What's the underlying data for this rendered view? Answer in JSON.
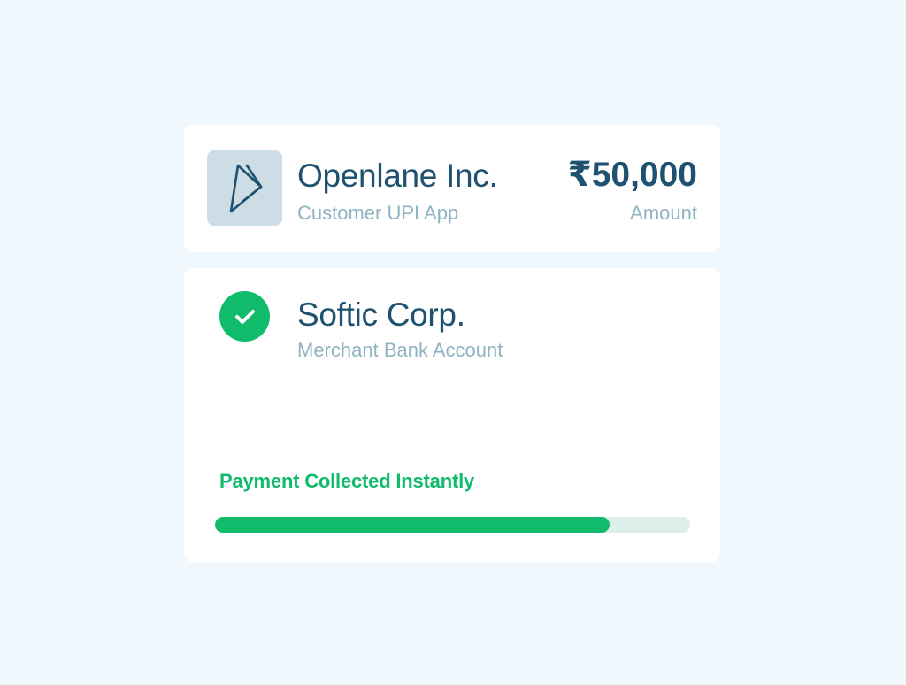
{
  "payer": {
    "name": "Openlane Inc.",
    "subtitle": "Customer UPI App",
    "logo_icon": "openlane-logo-icon",
    "amount": "₹50,000",
    "amount_label": "Amount"
  },
  "payee": {
    "name": "Softic Corp.",
    "subtitle": "Merchant Bank Account",
    "status_icon": "check-icon"
  },
  "status": {
    "text": "Payment Collected Instantly",
    "progress": 0.83
  },
  "colors": {
    "background": "#f0f7fd",
    "primary_text": "#1e5270",
    "muted_text": "#90b3c2",
    "accent_green": "#10bb6c",
    "progress_track": "#dcefe8",
    "logo_tile": "#ccdde5"
  }
}
